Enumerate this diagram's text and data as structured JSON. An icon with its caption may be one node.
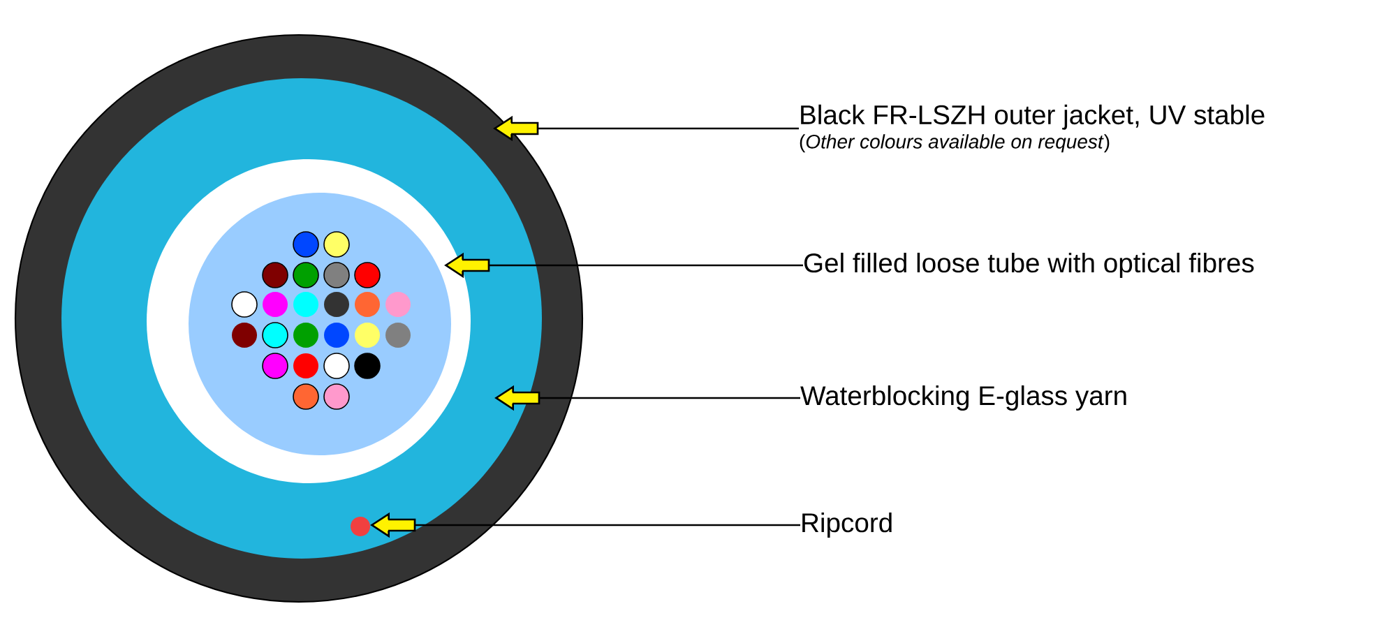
{
  "diagram": {
    "nodes": [
      {
        "text": [],
        "shape": "circle"
      },
      {
        "text": [],
        "shape": "circle",
        "in": 0
      },
      {
        "text": [],
        "shape": "circle",
        "in": 1
      },
      {
        "text": [],
        "shape": "circle",
        "in": 1
      },
      {
        "text": [
          "Black FR-LSZH outer jacket, UV stable",
          "(*Other colours available on request*)"
        ]
      },
      {
        "text": [
          "Gel filled loose tube with optical fibres"
        ]
      },
      {
        "text": [
          "Waterblocking E-glass yarn"
        ]
      },
      {
        "text": [
          "Ripcord"
        ]
      }
    ],
    "edges": [
      {
        "from": 4,
        "to": 0,
        "arrow": "to"
      },
      {
        "from": 5,
        "to": 2,
        "arrow": "to"
      },
      {
        "from": 6,
        "to": 1,
        "arrow": "to"
      },
      {
        "from": 7,
        "to": 3,
        "arrow": "to"
      }
    ]
  }
}
